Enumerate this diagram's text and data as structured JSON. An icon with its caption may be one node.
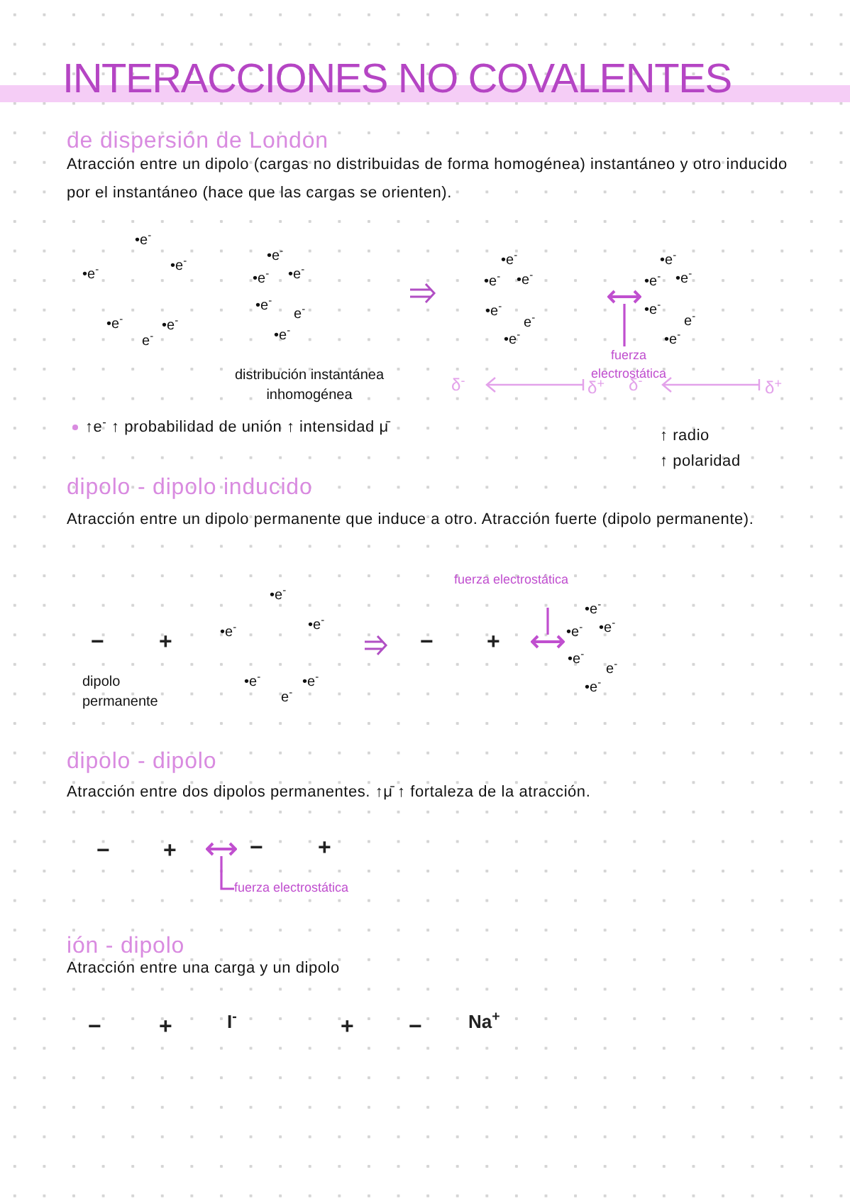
{
  "diagram": {
    "title": "INTERACCIONES NO COVALENTES",
    "nodes": [
      {
        "text": [
          "fuerza electrostática"
        ]
      },
      {
        "text": [],
        "shape": "arrow"
      },
      {
        "text": [
          "fuerza electrostática"
        ]
      },
      {
        "text": [],
        "shape": "arrow"
      },
      {
        "text": [
          "fuerza electrostática"
        ]
      },
      {
        "text": [],
        "shape": "arrow"
      }
    ],
    "edges": [
      {
        "from": 0,
        "to": 1,
        "arrow": "none"
      },
      {
        "from": 2,
        "to": 3,
        "arrow": "none"
      },
      {
        "from": 4,
        "to": 5,
        "arrow": "none"
      }
    ],
    "labels": [
      "de dispersión de London",
      "Atracción entre un dipolo (cargas no distribuidas de forma homogénea) instantáneo y otro inducido por el instantáneo (hace que las cargas se orienten).",
      "•e$^{-}$",
      "•e$^{-}$",
      "•e$^{-}$",
      "•e$^{-}$",
      "•e$^{-}$",
      "e$^{-}$",
      "•e$^{-}$",
      "•e$^{-}$",
      "•e$^{-}$",
      "•e$^{-}$",
      "e$^{-}$",
      "•e$^{-}$",
      "•e$^{-}$",
      "•e$^{-}$",
      "•e$^{-}$",
      "•e$^{-}$",
      "e$^{-}$",
      "•e$^{-}$",
      "•e$^{-}$",
      "•e$^{-}$",
      "•e$^{-}$",
      "•e$^{-}$",
      "e$^{-}$",
      "•e$^{-}$",
      "distribución instantánea inhomogénea",
      "δ$^{-}$",
      "δ$^{+}$",
      "δ$^{-}$",
      "δ$^{+}$",
      "↑e$^{-}$ ↑ probabilidad de unión ↑ intensidad μ̄",
      "↑ radio",
      "↑ polaridad",
      "dipolo - dipolo inducido",
      "Atracción entre un dipolo permanente que induce a otro. Atracción fuerte (dipolo permanente).",
      "−",
      "+",
      "•e$^{-}$",
      "•e$^{-}$",
      "•e$^{-}$",
      "•e$^{-}$",
      "•e$^{-}$",
      "e$^{-}$",
      "dipolo permanente",
      "−",
      "+",
      "•e$^{-}$",
      "•e$^{-}$",
      "•e$^{-}$",
      "•e$^{-}$",
      "e$^{-}$",
      "•e$^{-}$",
      "dipolo - dipolo",
      "Atracción entre dos dipolos permanentes. ↑μ̄ ↑ fortaleza de la atracción.",
      "−",
      "+",
      "−",
      "+",
      "ión - dipolo",
      "Atracción entre una carga y un dipolo",
      "−",
      "+",
      "I$^{-}$",
      "+",
      "−",
      "Na$^{+}$"
    ]
  }
}
